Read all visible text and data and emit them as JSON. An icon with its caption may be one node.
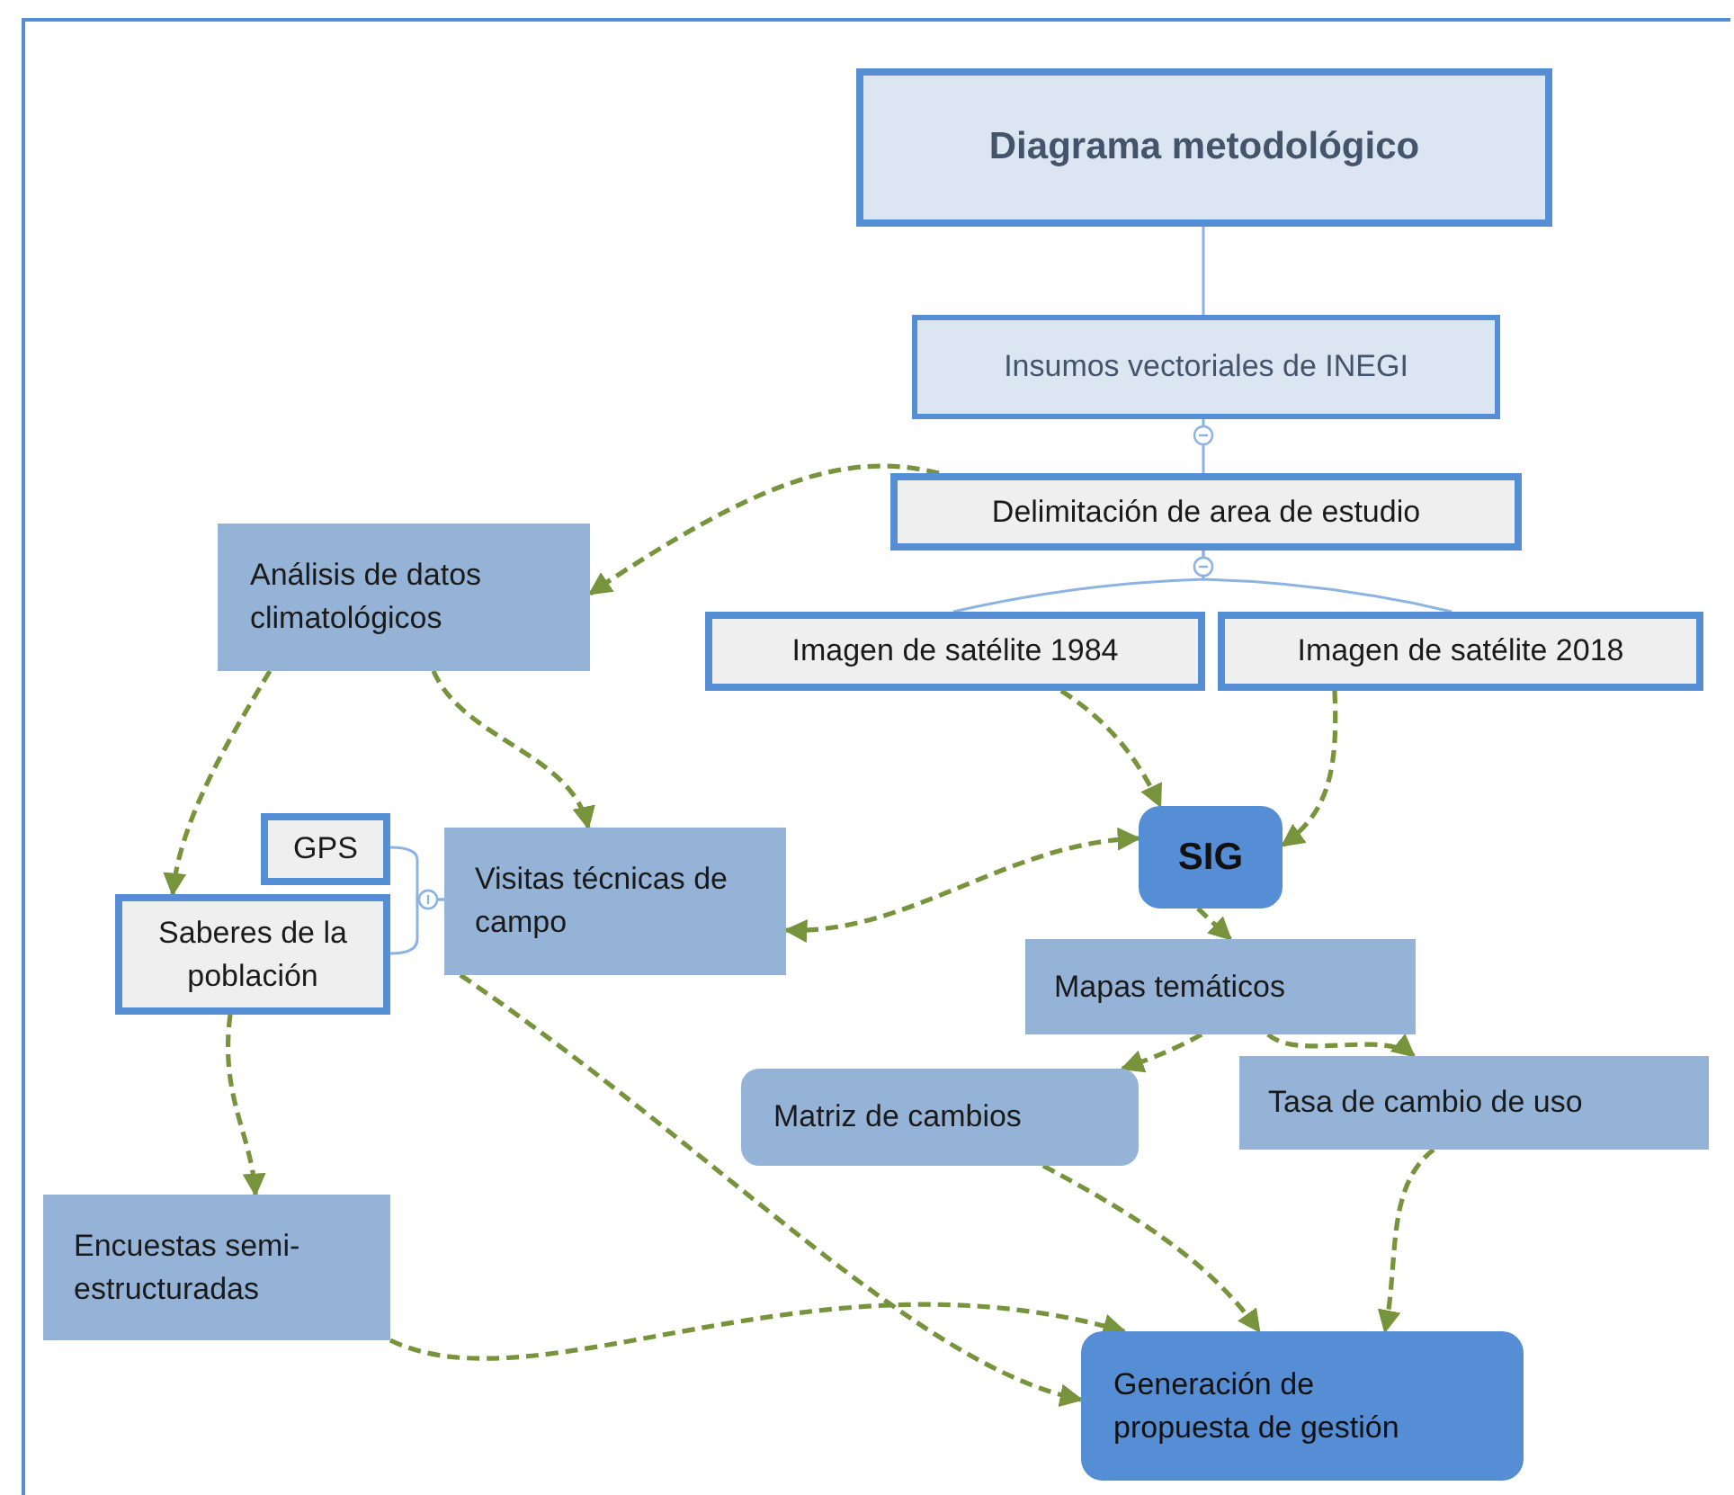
{
  "diagram": {
    "nodes": [
      {
        "text": [
          "Diagrama metodológico"
        ]
      },
      {
        "text": [
          "Insumos vectoriales de INEGI"
        ]
      },
      {
        "text": [
          "Delimitación de area de estudio"
        ]
      },
      {
        "text": [
          "Imagen de satélite 1984"
        ]
      },
      {
        "text": [
          "Imagen de satélite 2018"
        ]
      },
      {
        "text": [
          "Análisis de datos climatológicos"
        ]
      },
      {
        "text": [
          "SIG"
        ]
      },
      {
        "text": [
          "GPS"
        ]
      },
      {
        "text": [
          "Saberes de la población"
        ]
      },
      {
        "text": [
          "Visitas técnicas de campo"
        ]
      },
      {
        "text": [
          "Mapas temáticos"
        ]
      },
      {
        "text": [
          "Matriz de cambios"
        ]
      },
      {
        "text": [
          "Tasa de cambio de uso"
        ]
      },
      {
        "text": [
          "Encuestas semi-estructuradas"
        ]
      },
      {
        "text": [
          "Generación de propuesta de gestión"
        ]
      }
    ],
    "edges": [
      {
        "from": 0,
        "to": 1,
        "arrow": "none",
        "color": "#8db3e2"
      },
      {
        "from": 1,
        "to": 2,
        "arrow": "other",
        "color": "#8db3e2"
      },
      {
        "from": 2,
        "to": 3,
        "arrow": "other",
        "color": "#8db3e2"
      },
      {
        "from": 2,
        "to": 4,
        "arrow": "other",
        "color": "#8db3e2"
      },
      {
        "from": 2,
        "to": 5,
        "arrow": "to",
        "style": "dashed"
      },
      {
        "from": 5,
        "to": 8,
        "arrow": "to",
        "style": "dashed"
      },
      {
        "from": 5,
        "to": 9,
        "arrow": "to",
        "style": "dashed"
      },
      {
        "from": 3,
        "to": 6,
        "arrow": "to",
        "style": "dashed"
      },
      {
        "from": 4,
        "to": 6,
        "arrow": "to",
        "style": "dashed"
      },
      {
        "from": 9,
        "to": 6,
        "arrow": "both",
        "style": "dashed"
      },
      {
        "from": 6,
        "to": 10,
        "arrow": "to",
        "style": "dashed"
      },
      {
        "from": 10,
        "to": 11,
        "arrow": "to",
        "style": "dashed"
      },
      {
        "from": 10,
        "to": 12,
        "arrow": "to",
        "style": "dashed"
      },
      {
        "from": 8,
        "to": 13,
        "arrow": "to",
        "style": "dashed"
      },
      {
        "from": 9,
        "to": 14,
        "arrow": "to",
        "style": "dashed"
      },
      {
        "from": 13,
        "to": 14,
        "arrow": "to",
        "style": "dashed"
      },
      {
        "from": 11,
        "to": 14,
        "arrow": "to",
        "style": "dashed"
      },
      {
        "from": 12,
        "to": 14,
        "arrow": "to",
        "style": "dashed"
      },
      {
        "from": 9,
        "to": 7,
        "arrow": "other",
        "color": "#8db3e2"
      },
      {
        "from": 9,
        "to": 8,
        "arrow": "other",
        "color": "#8db3e2"
      }
    ]
  }
}
